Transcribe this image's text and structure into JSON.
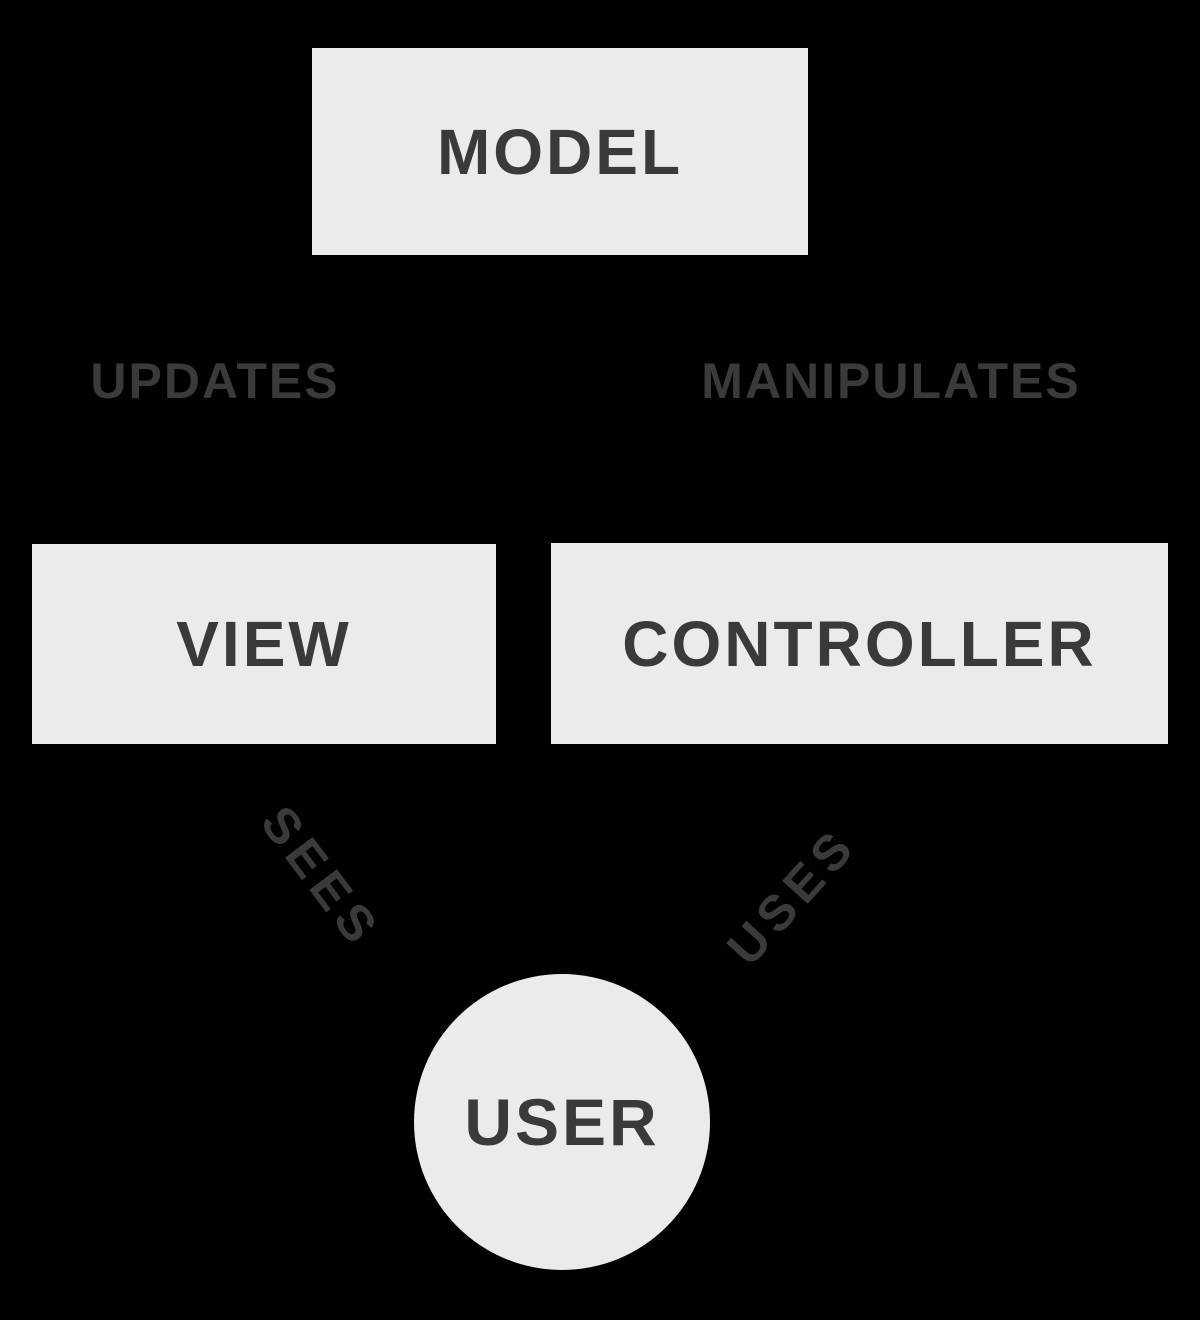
{
  "diagram": {
    "type": "mvc-architecture-diagram",
    "colors": {
      "background": "#000000",
      "node-fill": "#ebebeb",
      "node-text": "#3a3a3a",
      "edge-text": "#3a3a3a"
    },
    "nodes": {
      "model": {
        "label": "MODEL",
        "shape": "rectangle"
      },
      "view": {
        "label": "VIEW",
        "shape": "rectangle"
      },
      "controller": {
        "label": "CONTROLLER",
        "shape": "rectangle"
      },
      "user": {
        "label": "USER",
        "shape": "circle"
      }
    },
    "labels": {
      "updates": "UPDATES",
      "manipulates": "MANIPULATES",
      "sees": "SEES",
      "uses": "USES"
    }
  }
}
